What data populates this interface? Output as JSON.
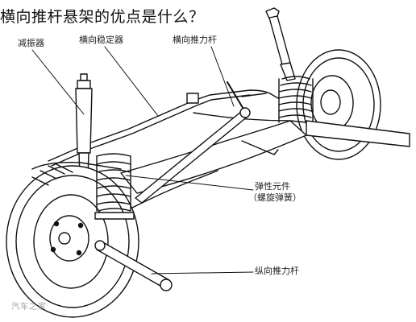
{
  "title": "横向推杆悬架的优点是什么？",
  "labels": {
    "shock_absorber": "减振器",
    "lateral_stabilizer": "横向稳定器",
    "lateral_push_rod": "横向推力杆",
    "elastic_element_line1": "弹性元件",
    "elastic_element_line2": "（螺旋弹簧）",
    "longitudinal_push_rod": "纵向推力杆"
  },
  "watermark": "汽车之家"
}
